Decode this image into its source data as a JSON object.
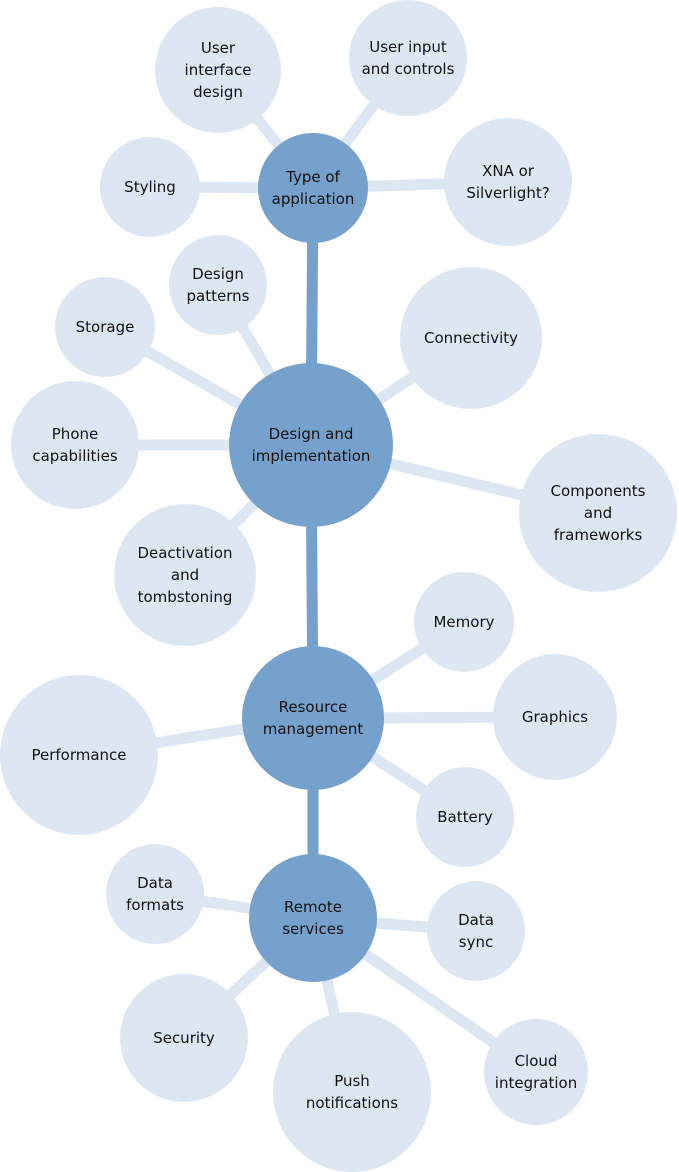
{
  "colors": {
    "hub": "#76a1cc",
    "leaf": "#dde7f3",
    "spine": "#76a1cc",
    "text": "#111111",
    "background": "#ffffff"
  },
  "hubs": [
    {
      "id": "type-of-application",
      "label": [
        "Type of",
        "application"
      ],
      "leaves": [
        {
          "id": "user-interface-design",
          "label": [
            "User",
            "interface",
            "design"
          ]
        },
        {
          "id": "user-input-and-controls",
          "label": [
            "User input",
            "and controls"
          ]
        },
        {
          "id": "styling",
          "label": [
            "Styling"
          ]
        },
        {
          "id": "xna-or-silverlight",
          "label": [
            "XNA or",
            "Silverlight?"
          ]
        }
      ]
    },
    {
      "id": "design-and-implementation",
      "label": [
        "Design and",
        "implementation"
      ],
      "leaves": [
        {
          "id": "design-patterns",
          "label": [
            "Design",
            "patterns"
          ]
        },
        {
          "id": "storage",
          "label": [
            "Storage"
          ]
        },
        {
          "id": "connectivity",
          "label": [
            "Connectivity"
          ]
        },
        {
          "id": "phone-capabilities",
          "label": [
            "Phone",
            "capabilities"
          ]
        },
        {
          "id": "components-and-frameworks",
          "label": [
            "Components",
            "and",
            "frameworks"
          ]
        },
        {
          "id": "deactivation-and-tombstoning",
          "label": [
            "Deactivation",
            "and",
            "tombstoning"
          ]
        }
      ]
    },
    {
      "id": "resource-management",
      "label": [
        "Resource",
        "management"
      ],
      "leaves": [
        {
          "id": "memory",
          "label": [
            "Memory"
          ]
        },
        {
          "id": "graphics",
          "label": [
            "Graphics"
          ]
        },
        {
          "id": "performance",
          "label": [
            "Performance"
          ]
        },
        {
          "id": "battery",
          "label": [
            "Battery"
          ]
        }
      ]
    },
    {
      "id": "remote-services",
      "label": [
        "Remote",
        "services"
      ],
      "leaves": [
        {
          "id": "data-formats",
          "label": [
            "Data",
            "formats"
          ]
        },
        {
          "id": "data-sync",
          "label": [
            "Data",
            "sync"
          ]
        },
        {
          "id": "security",
          "label": [
            "Security"
          ]
        },
        {
          "id": "push-notifications",
          "label": [
            "Push",
            "notifications"
          ]
        },
        {
          "id": "cloud-integration",
          "label": [
            "Cloud",
            "integration"
          ]
        }
      ]
    }
  ]
}
